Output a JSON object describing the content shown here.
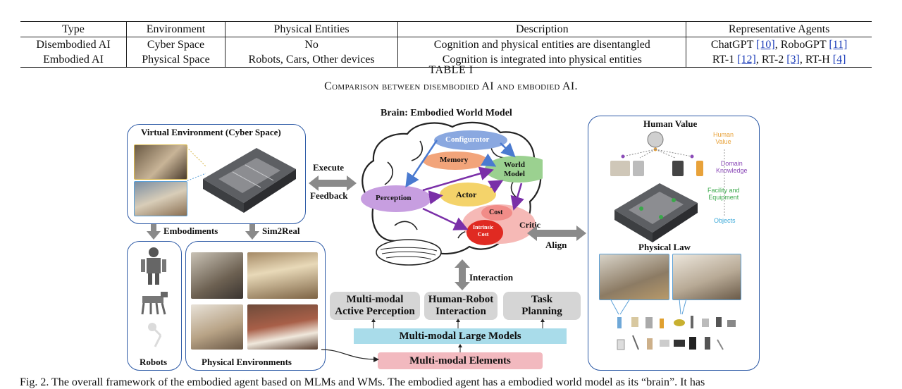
{
  "table": {
    "headers": [
      "Type",
      "Environment",
      "Physical Entities",
      "Description",
      "Representative Agents"
    ],
    "rows": [
      {
        "type": "Disembodied AI",
        "environment": "Cyber Space",
        "entities": "No",
        "description": "Cognition and physical entities are disentangled",
        "agents": [
          {
            "name": "ChatGPT ",
            "ref": "[10]"
          },
          {
            "name": ", RoboGPT ",
            "ref": "[11]"
          }
        ]
      },
      {
        "type": "Embodied AI",
        "environment": "Physical Space",
        "entities": "Robots, Cars, Other devices",
        "description": "Cognition is integrated into physical entities",
        "agents": [
          {
            "name": "RT-1 ",
            "ref": "[12]"
          },
          {
            "name": ", RT-2 ",
            "ref": "[3]"
          },
          {
            "name": ", RT-H ",
            "ref": "[4]"
          }
        ]
      }
    ],
    "label": "TABLE I",
    "caption": "Comparison between disembodied AI and embodied AI."
  },
  "figure": {
    "left": {
      "virtual_title": "Virtual Environment (Cyber Space)",
      "embodiments": "Embodiments",
      "sim2real": "Sim2Real",
      "robots": "Robots",
      "physical_envs": "Physical Environments"
    },
    "arrows": {
      "execute": "Execute",
      "feedback": "Feedback",
      "align": "Align",
      "interaction": "Interaction"
    },
    "brain": {
      "title": "Brain: Embodied World Model",
      "configurator": "Configurator",
      "memory": "Memory",
      "world_model": "World\nModel",
      "perception": "Perception",
      "actor": "Actor",
      "cost": "Cost",
      "critic": "Critic",
      "intrinsic_cost": "Intrinsic\nCost"
    },
    "bottom": {
      "mm_perception": "Multi-modal\nActive Perception",
      "hri": "Human-Robot\nInteraction",
      "task_planning": "Task\nPlanning",
      "mlm": "Multi-modal Large Models",
      "mm_elements": "Multi-modal  Elements"
    },
    "right": {
      "human_value": "Human Value",
      "physical_law": "Physical Law",
      "legend": [
        {
          "text": "Human\nValue",
          "color": "#e8a23a"
        },
        {
          "text": "Domain\nKnowledge",
          "color": "#8b4bb8"
        },
        {
          "text": "Facility and\nEquipment",
          "color": "#3aa84a"
        },
        {
          "text": "Objects",
          "color": "#3aa8d8"
        }
      ]
    },
    "caption": "Fig. 2.  The overall framework of the embodied agent based on MLMs and WMs. The embodied agent has a embodied world model as its “brain”. It has"
  }
}
